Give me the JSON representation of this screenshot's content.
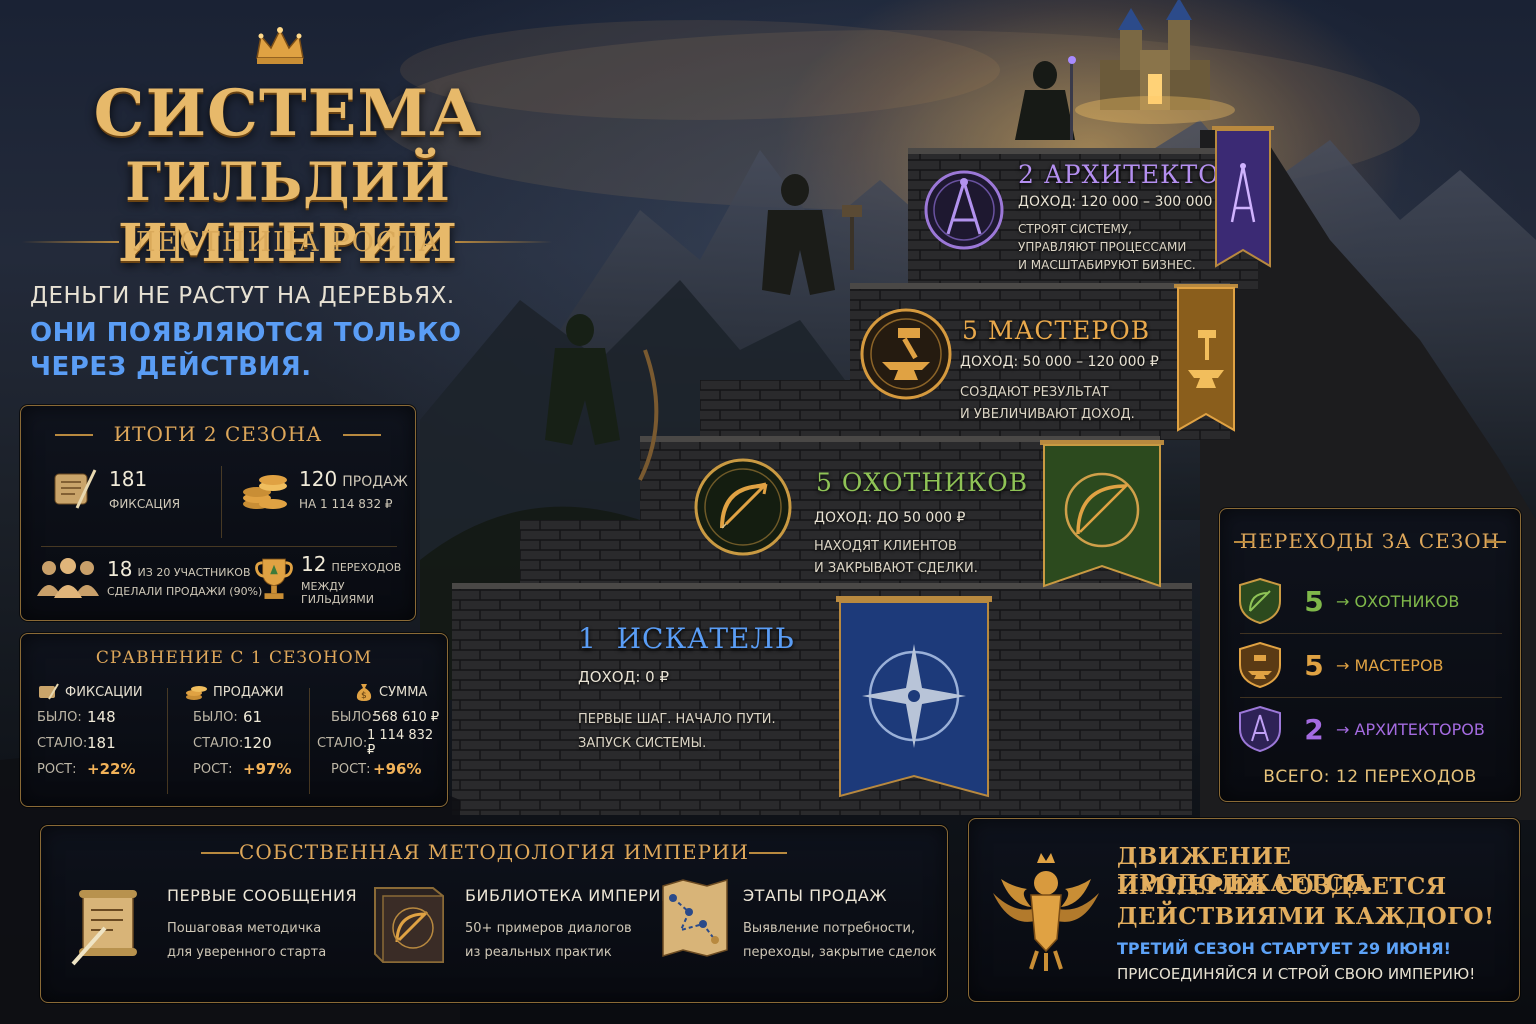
{
  "header": {
    "title_line1": "СИСТЕМА",
    "title_line2": "ГИЛЬДИЙ ИМПЕРИИ",
    "subtitle": "ЛЕСТНИЦА РОСТА",
    "tagline1": "ДЕНЬГИ НЕ РАСТУТ НА ДЕРЕВЬЯХ.",
    "tagline2a": "ОНИ ПОЯВЛЯЮТСЯ ТОЛЬКО",
    "tagline2b": "ЧЕРЕЗ ДЕЙСТВИЯ."
  },
  "results": {
    "title": "ИТОГИ 2 СЕЗОНА",
    "fixations_num": "181",
    "fixations_label": "ФИКСАЦИЯ",
    "sales_num": "120",
    "sales_word": "ПРОДАЖ",
    "sales_sum": "НА 1 114 832 ₽",
    "participants_num": "18",
    "participants_of": "ИЗ 20 УЧАСТНИКОВ",
    "participants_note": "СДЕЛАЛИ ПРОДАЖИ (90%)",
    "transitions_num": "12",
    "transitions_word": "ПЕРЕХОДОВ",
    "transitions_note": "МЕЖДУ ГИЛЬДИЯМИ"
  },
  "compare": {
    "title": "СРАВНЕНИЕ С 1 СЕЗОНОМ",
    "was_label": "БЫЛО:",
    "now_label": "СТАЛО:",
    "growth_label": "РОСТ:",
    "columns": [
      {
        "name": "ФИКСАЦИИ",
        "was": "148",
        "now": "181",
        "growth": "+22%"
      },
      {
        "name": "ПРОДАЖИ",
        "was": "61",
        "now": "120",
        "growth": "+97%"
      },
      {
        "name": "СУММА",
        "was": "568 610 ₽",
        "now": "1 114 832 ₽",
        "growth": "+96%"
      }
    ]
  },
  "tiers": {
    "architects": {
      "title": "2 АРХИТЕКТОРА",
      "income": "ДОХОД: 120 000 – 300 000 ₽",
      "desc1": "СТРОЯТ СИСТЕМУ,",
      "desc2": "УПРАВЛЯЮТ ПРОЦЕССАМИ",
      "desc3": "И МАСШТАБИРУЮТ БИЗНЕС."
    },
    "masters": {
      "title": "5 МАСТЕРОВ",
      "income": "ДОХОД: 50 000 – 120 000 ₽",
      "desc1": "СОЗДАЮТ РЕЗУЛЬТАТ",
      "desc2": "И УВЕЛИЧИВАЮТ ДОХОД."
    },
    "hunters": {
      "title": "5 ОХОТНИКОВ",
      "income": "ДОХОД: ДО 50 000 ₽",
      "desc1": "НАХОДЯТ КЛИЕНТОВ",
      "desc2": "И ЗАКРЫВАЮТ СДЕЛКИ."
    },
    "seeker": {
      "title_num": "1",
      "title_word": "ИСКАТЕЛЬ",
      "income": "ДОХОД: 0 ₽",
      "desc1": "ПЕРВЫЕ ШАГ. НАЧАЛО ПУТИ.",
      "desc2": "ЗАПУСК СИСТЕМЫ."
    }
  },
  "transitions": {
    "title": "ПЕРЕХОДЫ ЗА СЕЗОН",
    "rows": [
      {
        "num": "5",
        "label": "→ ОХОТНИКОВ",
        "color": "#7fb84a"
      },
      {
        "num": "5",
        "label": "→ МАСТЕРОВ",
        "color": "#e0a243"
      },
      {
        "num": "2",
        "label": "→ АРХИТЕКТОРОВ",
        "color": "#a46be0"
      }
    ],
    "total": "ВСЕГО: 12 ПЕРЕХОДОВ"
  },
  "methodology": {
    "title": "СОБСТВЕННАЯ МЕТОДОЛОГИЯ ИМПЕРИИ",
    "items": [
      {
        "title": "ПЕРВЫЕ СООБЩЕНИЯ",
        "desc1": "Пошаговая методичка",
        "desc2": "для уверенного старта"
      },
      {
        "title": "БИБЛИОТЕКА ИМПЕРИИ",
        "desc1": "50+ примеров диалогов",
        "desc2": "из реальных практик"
      },
      {
        "title": "ЭТАПЫ ПРОДАЖ",
        "desc1": "Выявление потребности,",
        "desc2": "переходы, закрытие сделок"
      }
    ]
  },
  "finale": {
    "line1": "ДВИЖЕНИЕ ПРОДОЛЖАЕТСЯ.",
    "line2": "ИМПЕРИЯ СОЗДАЕТСЯ",
    "line3": "ДЕЙСТВИЯМИ КАЖДОГО!",
    "line4": "ТРЕТИЙ СЕЗОН СТАРТУЕТ 29 ИЮНЯ!",
    "line5": "ПРИСОЕДИНЯЙСЯ И СТРОЙ СВОЮ ИМПЕРИЮ!"
  },
  "colors": {
    "gold": "#e0a243",
    "blue_accent": "#5a9df5",
    "hunter_green": "#7fb84a",
    "architect_purple": "#a46be0",
    "seeker_blue": "#4f8fe8"
  }
}
